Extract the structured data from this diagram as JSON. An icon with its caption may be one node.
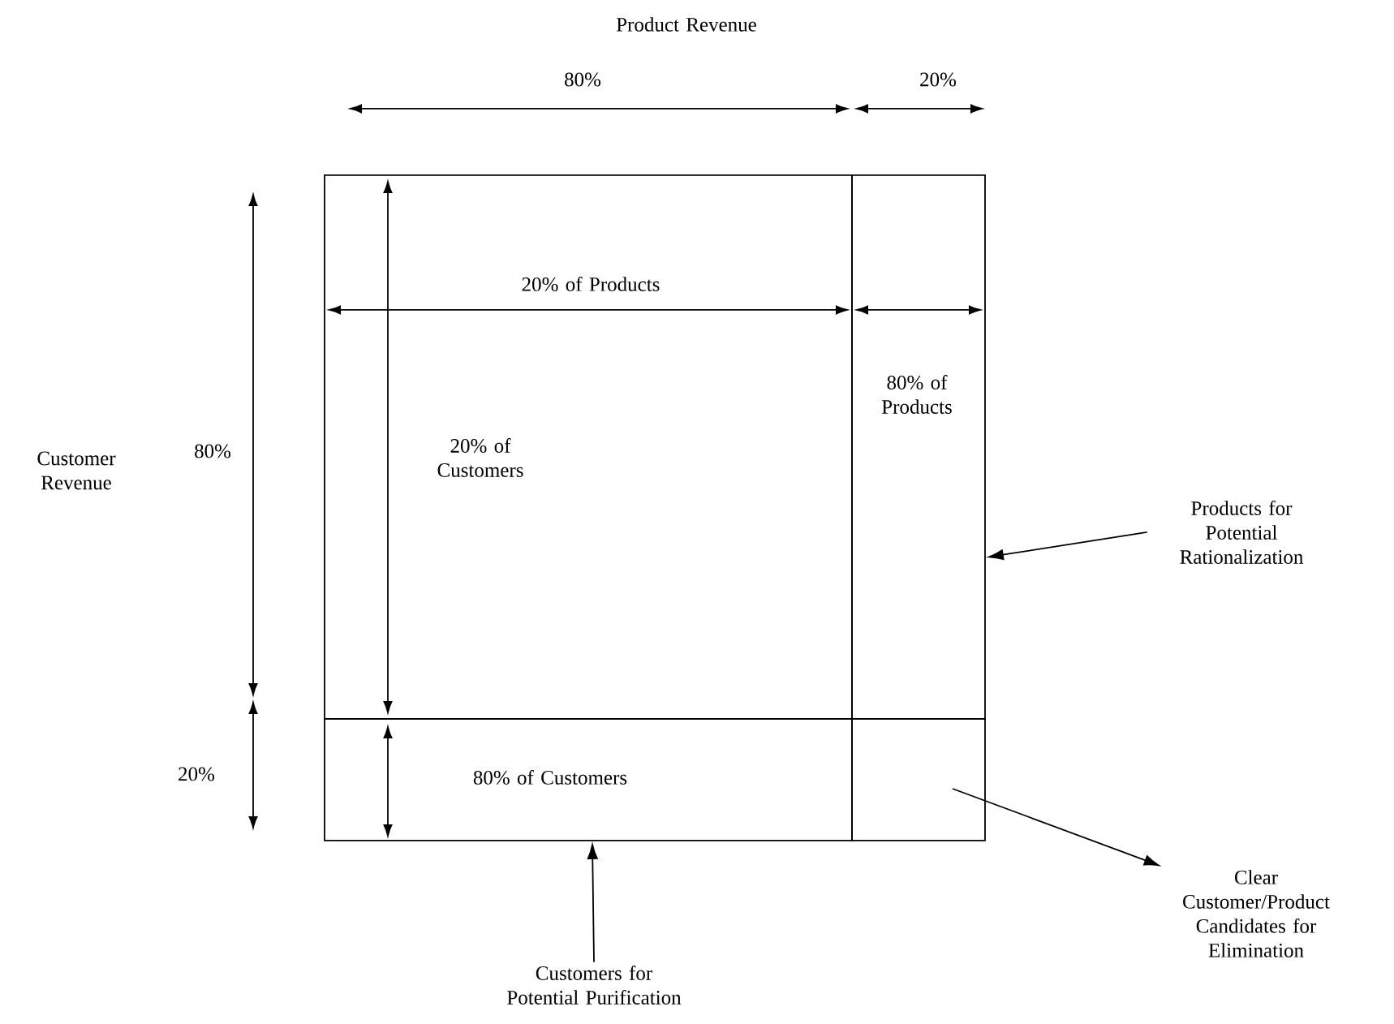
{
  "diagram": {
    "nodes": [
      {
        "text": [],
        "shape": "box"
      },
      {
        "text": [],
        "shape": "box"
      },
      {
        "text": [],
        "shape": "box"
      },
      {
        "text": [],
        "shape": "box"
      },
      {
        "text": [
          "Products for Potential Rationalization"
        ]
      },
      {
        "text": [
          "Customers for Potential Purification"
        ]
      },
      {
        "text": [
          "Clear Customer/Product Candidates for Elimination"
        ]
      }
    ],
    "edges": [
      {
        "from": 4,
        "to": 1,
        "arrow": "to"
      },
      {
        "from": 5,
        "to": 2,
        "arrow": "to"
      },
      {
        "from": 3,
        "to": 6,
        "arrow": "to"
      }
    ],
    "labels": [
      "Product Revenue",
      "80%",
      "20%",
      "20% of Products",
      "80% of Products",
      "Customer Revenue",
      "80%",
      "20% of Customers",
      "20%",
      "80% of Customers"
    ]
  }
}
